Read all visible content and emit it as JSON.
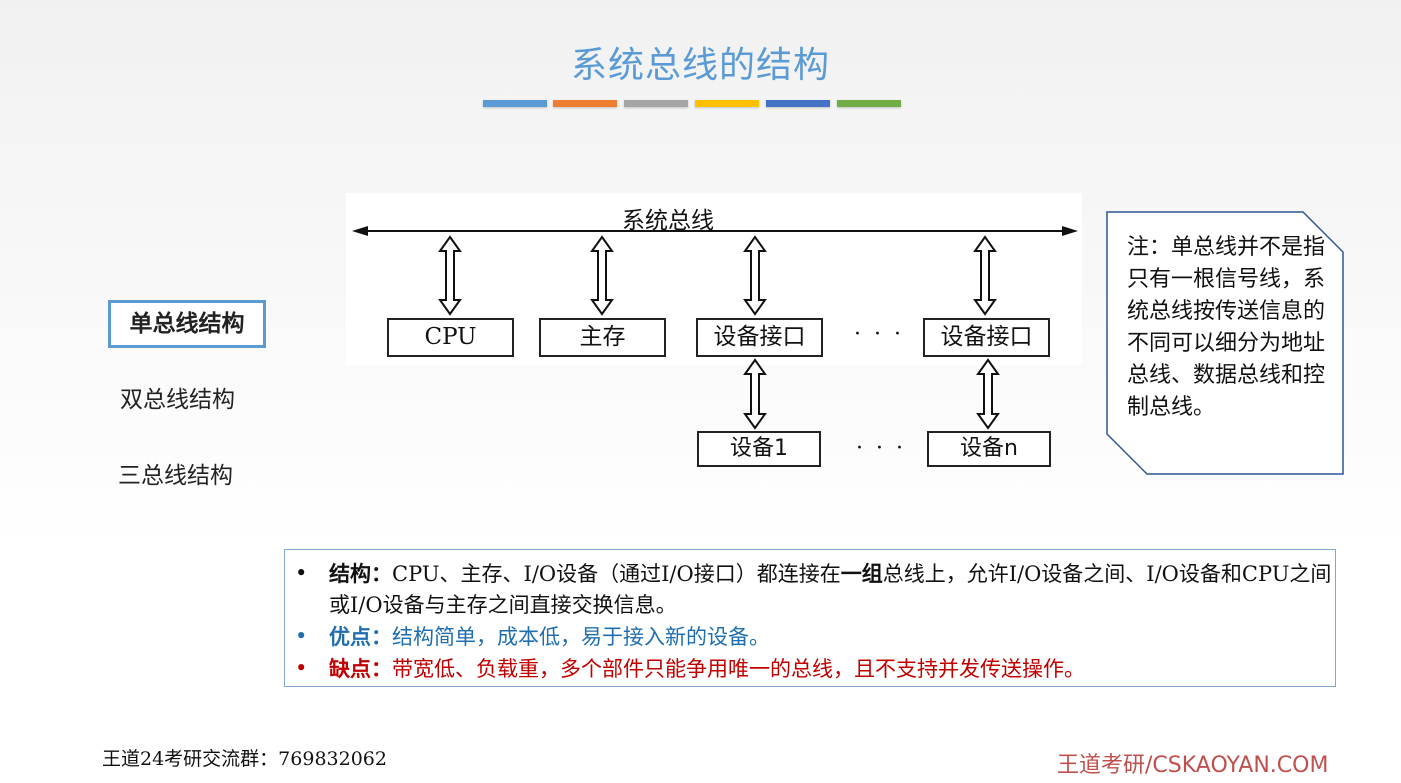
{
  "title": "系统总线的结构",
  "colors": {
    "accent": "#5b9bd5",
    "bars": [
      "#5b9bd5",
      "#ed7d31",
      "#a5a5a5",
      "#ffc000",
      "#4472c4",
      "#70ad47"
    ],
    "pro": "#1f6fb0",
    "con": "#c00000",
    "brand": "#c0504d"
  },
  "sidebar": {
    "items": [
      {
        "label": "单总线结构",
        "active": true
      },
      {
        "label": "双总线结构",
        "active": false
      },
      {
        "label": "三总线结构",
        "active": false
      }
    ]
  },
  "diagram": {
    "bus_label": "系统总线",
    "top_row": [
      "CPU",
      "主存",
      "设备接口",
      "设备接口"
    ],
    "bottom_row": [
      "设备1",
      "设备n"
    ],
    "ellipsis": "· · ·",
    "ellipsis_bottom": "· · ·"
  },
  "note": "注：单总线并不是指只有一根信号线，系统总线按传送信息的不同可以细分为地址总线、数据总线和控制总线。",
  "info": {
    "structure_label": "结构：",
    "structure_p1": "CPU、主存、I/O设备（通过I/O接口）都连接在",
    "structure_bold": "一组",
    "structure_p2": "总线上，允许I/O设备之间、I/O设备和CPU之间或I/O设备与主存之间直接交换信息。",
    "pro_label": "优点：",
    "pro_text": "结构简单，成本低，易于接入新的设备。",
    "con_label": "缺点：",
    "con_text": "带宽低、负载重，多个部件只能争用唯一的总线，且不支持并发传送操作。",
    "bullet": "•"
  },
  "footer": {
    "left": "王道24考研交流群：769832062",
    "right": "王道考研/CSKAOYAN.COM"
  }
}
